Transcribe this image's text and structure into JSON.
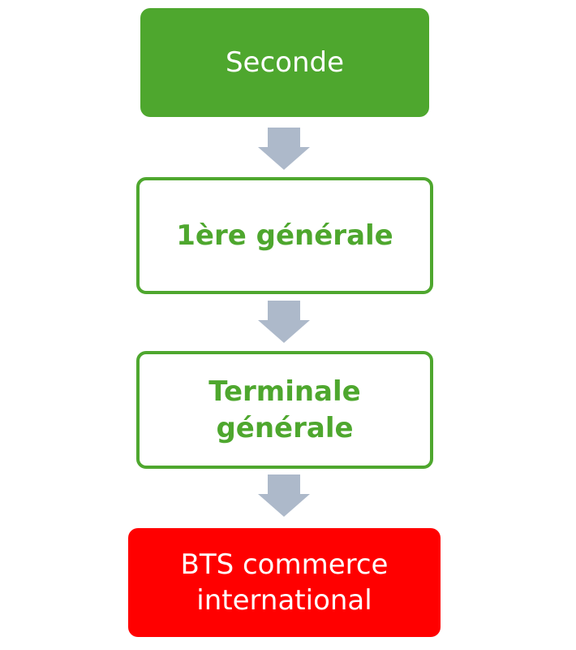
{
  "colors": {
    "green": "#4ea72e",
    "red": "#ff0000",
    "arrow": "#adb9ca"
  },
  "steps": [
    {
      "label": "Seconde"
    },
    {
      "label": "1ère générale"
    },
    {
      "label": "Terminale générale"
    },
    {
      "label": "BTS commerce international"
    }
  ]
}
